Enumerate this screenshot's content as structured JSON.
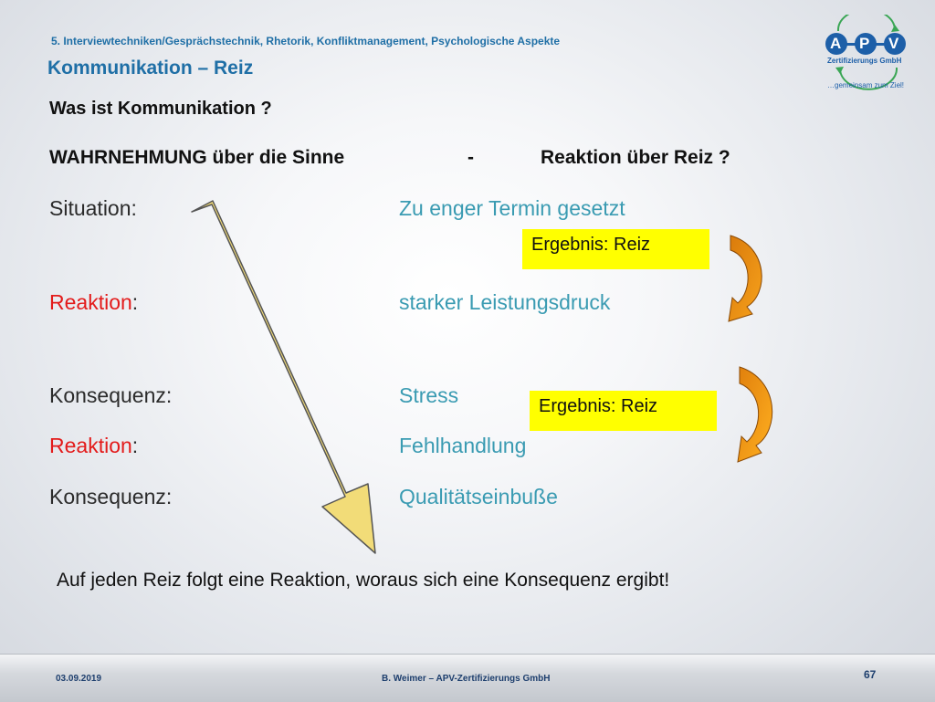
{
  "header": {
    "breadcrumb": "5. Interviewtechniken/Gesprächstechnik, Rhetorik, Konfliktmanagement, Psychologische Aspekte",
    "title": "Kommunikation – Reiz"
  },
  "logo": {
    "letters": [
      "A",
      "P",
      "V"
    ],
    "company": "Zertifizierungs GmbH",
    "slogan": "…gemeinsam zum Ziel!"
  },
  "body": {
    "question": "Was ist Kommunikation ?",
    "perception": "WAHRNEHMUNG über die Sinne",
    "separator": "-",
    "reaction_question": "Reaktion über Reiz ?",
    "rows": [
      {
        "label": "Situation:",
        "label_red": "",
        "value": "Zu enger Termin gesetzt"
      },
      {
        "label": ":",
        "label_red": "Reaktion",
        "value": "starker Leistungsdruck"
      },
      {
        "label": "Konsequenz:",
        "label_red": "",
        "value": "Stress"
      },
      {
        "label": ":",
        "label_red": "Reaktion",
        "value": "Fehlhandlung"
      },
      {
        "label": "Konsequenz:",
        "label_red": "",
        "value": "Qualitätseinbuße"
      }
    ],
    "result_boxes": [
      "Ergebnis: Reiz",
      "Ergebnis: Reiz"
    ],
    "conclusion": "Auf jeden Reiz folgt eine Reaktion, woraus sich eine Konsequenz ergibt!"
  },
  "footer": {
    "date": "03.09.2019",
    "author": "B. Weimer – APV-Zertifizierungs GmbH",
    "page": "67"
  },
  "colors": {
    "title_blue": "#1f6fa6",
    "value_teal": "#3a9bb2",
    "reaction_red": "#e31b1b",
    "highlight_yellow": "#ffff00",
    "arrow_yellow": "#f2dc78",
    "curve_orange": "#f08a12"
  }
}
